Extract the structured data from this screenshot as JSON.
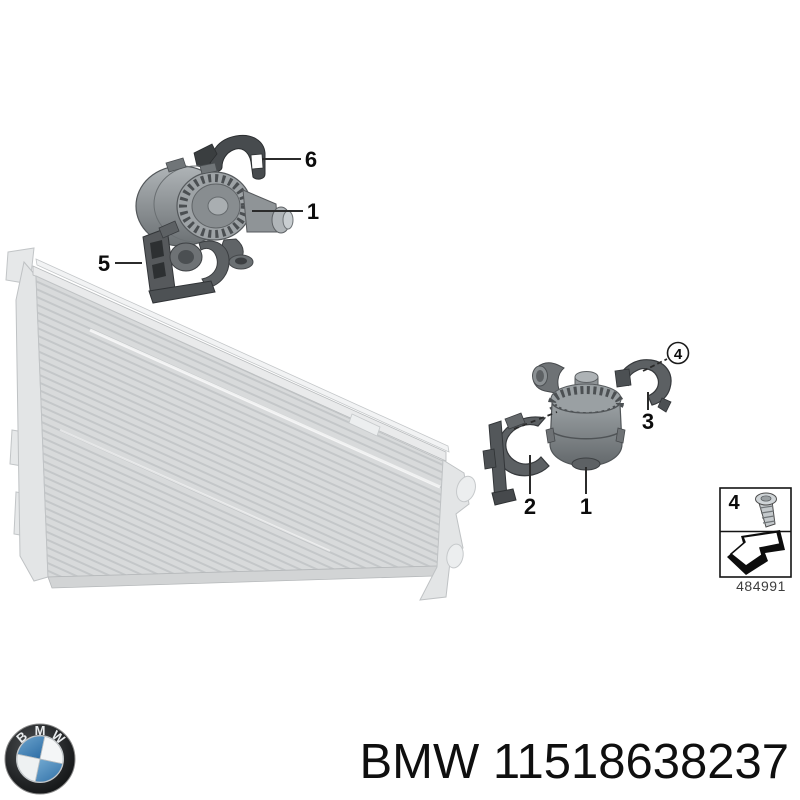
{
  "page": {
    "background": "#ffffff",
    "description": "BMW parts catalog exploded diagram - auxiliary electric coolant pump on radiator"
  },
  "parts_diagram": {
    "callouts": {
      "strap_top": "6",
      "pump_top": "1",
      "bracket_top": "5",
      "bracket_right": "2",
      "pump_right": "1",
      "strap_right": "3",
      "screw": "4"
    },
    "legend": {
      "item_number": "4",
      "diagram_code": "484991"
    }
  },
  "footer": {
    "part_label": "BMW 11518638237",
    "logo_letters": {
      "b": "B",
      "m": "M",
      "w": "W"
    }
  },
  "colors": {
    "bmw_blue": "#3d7fb5",
    "line_art_gray": "#d8dadb",
    "part_dark_gray": "#5b5f62",
    "callout_black": "#111111"
  }
}
